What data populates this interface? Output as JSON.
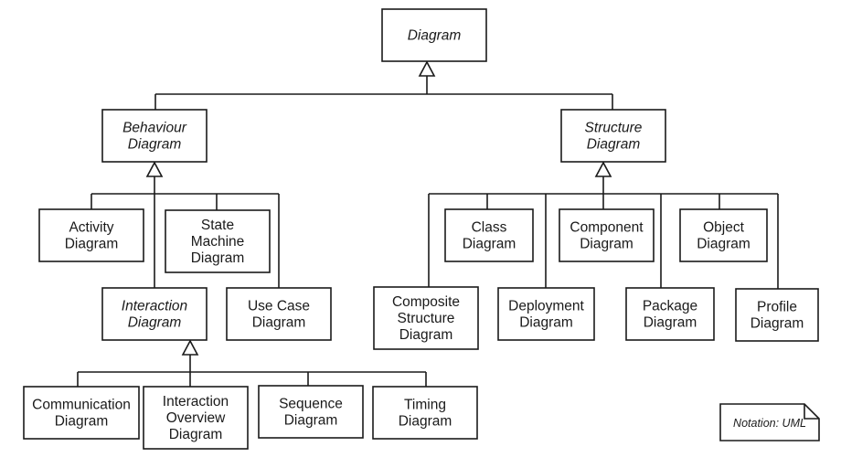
{
  "diagram": {
    "type": "uml-class-hierarchy",
    "nodes": [
      {
        "id": "diagram",
        "lines": [
          "Diagram"
        ],
        "abstract": true
      },
      {
        "id": "behaviour",
        "lines": [
          "Behaviour",
          "Diagram"
        ],
        "abstract": true,
        "parent": "diagram"
      },
      {
        "id": "structure",
        "lines": [
          "Structure",
          "Diagram"
        ],
        "abstract": true,
        "parent": "diagram"
      },
      {
        "id": "activity",
        "lines": [
          "Activity",
          "Diagram"
        ],
        "abstract": false,
        "parent": "behaviour"
      },
      {
        "id": "state-machine",
        "lines": [
          "State",
          "Machine",
          "Diagram"
        ],
        "abstract": false,
        "parent": "behaviour"
      },
      {
        "id": "interaction",
        "lines": [
          "Interaction",
          "Diagram"
        ],
        "abstract": true,
        "parent": "behaviour"
      },
      {
        "id": "use-case",
        "lines": [
          "Use Case",
          "Diagram"
        ],
        "abstract": false,
        "parent": "behaviour"
      },
      {
        "id": "communication",
        "lines": [
          "Communication",
          "Diagram"
        ],
        "abstract": false,
        "parent": "interaction"
      },
      {
        "id": "interaction-overview",
        "lines": [
          "Interaction",
          "Overview",
          "Diagram"
        ],
        "abstract": false,
        "parent": "interaction"
      },
      {
        "id": "sequence",
        "lines": [
          "Sequence",
          "Diagram"
        ],
        "abstract": false,
        "parent": "interaction"
      },
      {
        "id": "timing",
        "lines": [
          "Timing",
          "Diagram"
        ],
        "abstract": false,
        "parent": "interaction"
      },
      {
        "id": "composite-structure",
        "lines": [
          "Composite",
          "Structure",
          "Diagram"
        ],
        "abstract": false,
        "parent": "structure"
      },
      {
        "id": "class",
        "lines": [
          "Class",
          "Diagram"
        ],
        "abstract": false,
        "parent": "structure"
      },
      {
        "id": "deployment",
        "lines": [
          "Deployment",
          "Diagram"
        ],
        "abstract": false,
        "parent": "structure"
      },
      {
        "id": "component",
        "lines": [
          "Component",
          "Diagram"
        ],
        "abstract": false,
        "parent": "structure"
      },
      {
        "id": "package",
        "lines": [
          "Package",
          "Diagram"
        ],
        "abstract": false,
        "parent": "structure"
      },
      {
        "id": "object",
        "lines": [
          "Object",
          "Diagram"
        ],
        "abstract": false,
        "parent": "structure"
      },
      {
        "id": "profile",
        "lines": [
          "Profile",
          "Diagram"
        ],
        "abstract": false,
        "parent": "structure"
      }
    ],
    "note": "Notation: UML",
    "colors": {
      "stroke": "#1a1a1a",
      "fill": "#ffffff"
    }
  }
}
